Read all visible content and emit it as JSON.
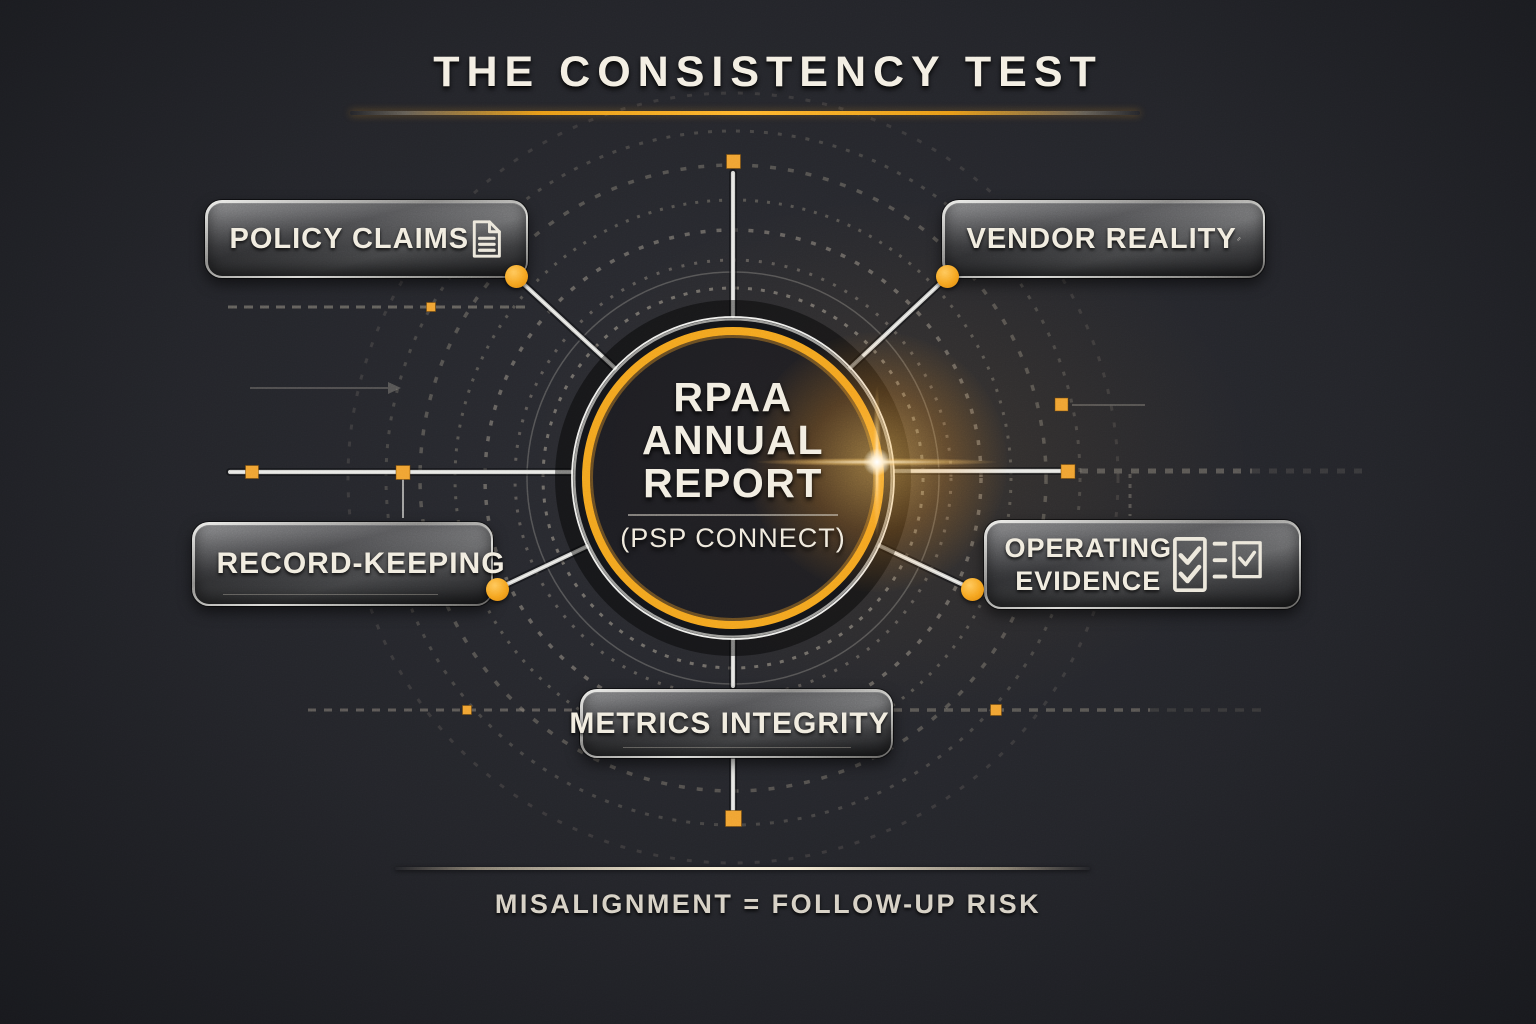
{
  "header": {
    "title": "THE CONSISTENCY TEST"
  },
  "center": {
    "lines": [
      "RPAA",
      "ANNUAL",
      "REPORT"
    ],
    "subtitle": "(PSP CONNECT)"
  },
  "nodes": [
    {
      "id": "policy-claims",
      "label": "POLICY CLAIMS",
      "icon": "document-icon"
    },
    {
      "id": "vendor-reality",
      "label": "VENDOR REALITY",
      "icon": "link-icon"
    },
    {
      "id": "record-keeping",
      "label": "RECORD-KEEPING",
      "icon": "folder-icon"
    },
    {
      "id": "operating-evidence",
      "label_lines": [
        "OPERATING",
        "EVIDENCE"
      ],
      "icon": "checklist-icon"
    },
    {
      "id": "metrics-integrity",
      "label": "METRICS INTEGRITY",
      "icon": "bar-chart-icon"
    }
  ],
  "footer": {
    "text": "MISALIGNMENT = FOLLOW-UP RISK"
  },
  "colors": {
    "accent_orange": "#F5A31F",
    "background": "#232429",
    "text_cream": "#F2EDE1",
    "line_silver": "#D0D0CE"
  }
}
